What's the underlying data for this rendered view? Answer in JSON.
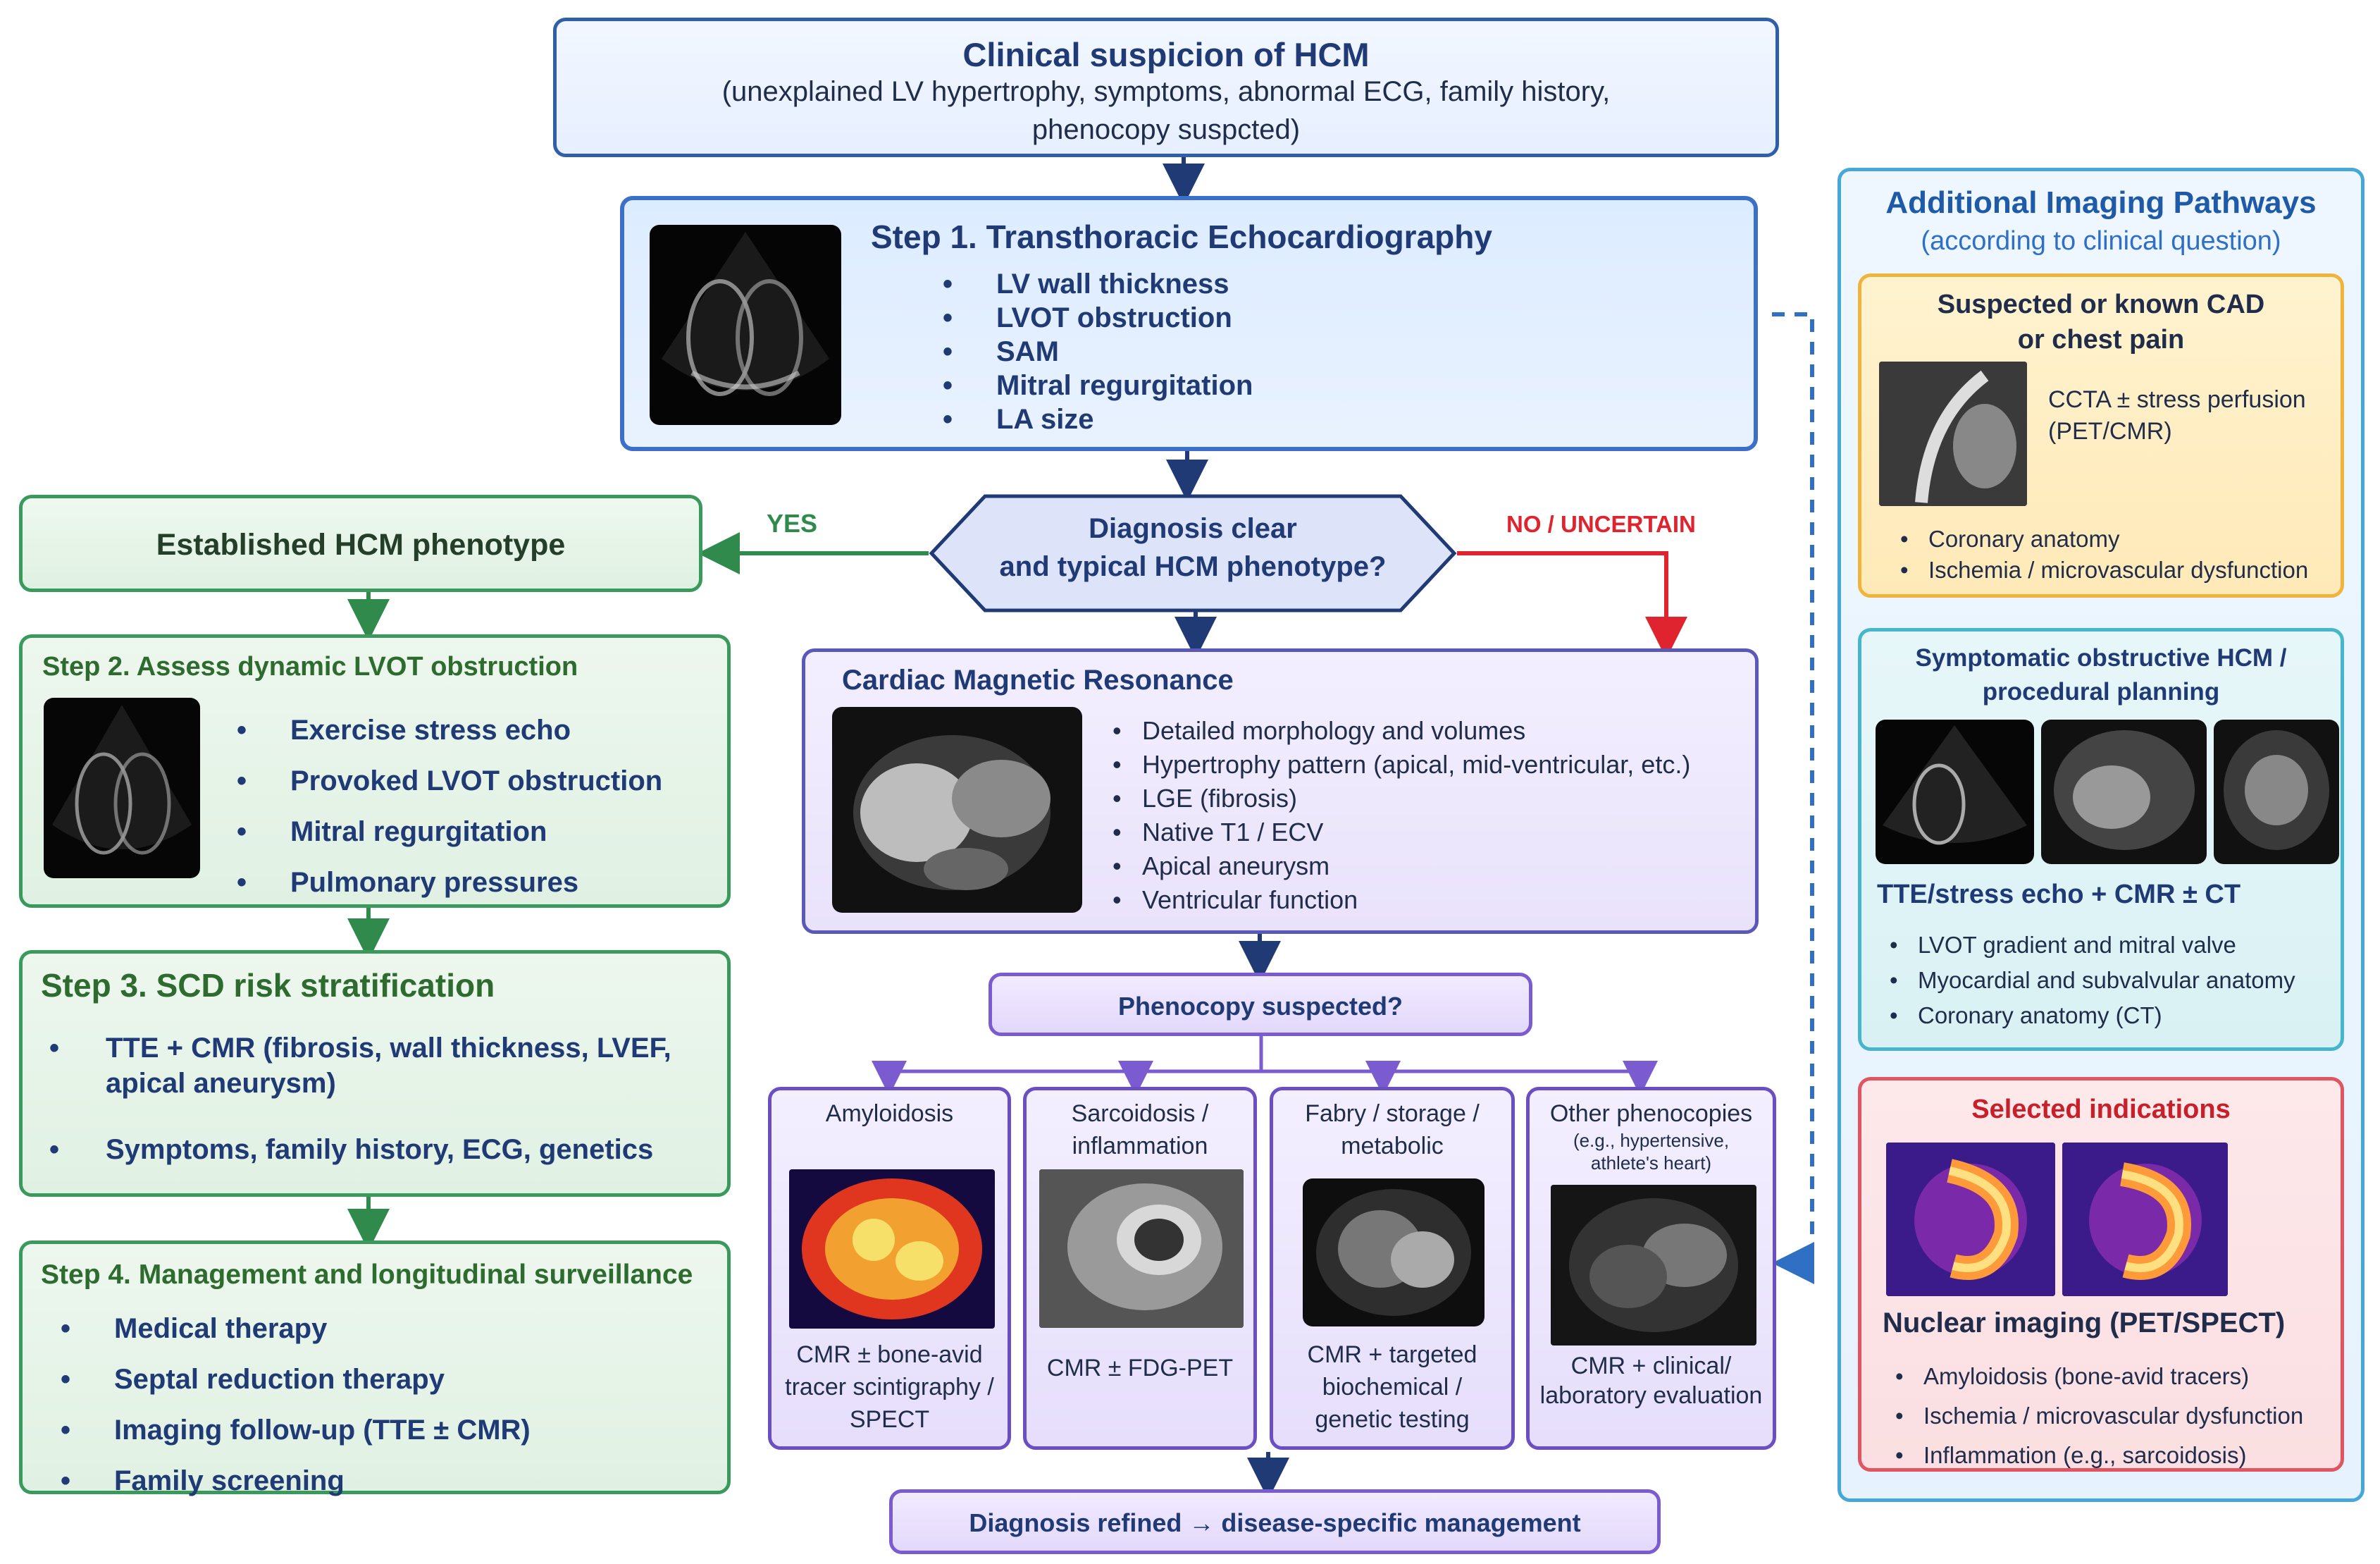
{
  "top": {
    "title": "Clinical suspicion of HCM",
    "line1": "(unexplained LV hypertrophy, symptoms, abnormal ECG, family history,",
    "line2": "phenocopy suspcted)"
  },
  "step1": {
    "title": "Step 1. Transthoracic Echocardiography",
    "items": [
      "LV wall thickness",
      "LVOT obstruction",
      "SAM",
      "Mitral regurgitation",
      "LA size"
    ]
  },
  "decision": {
    "line1": "Diagnosis clear",
    "line2": "and typical HCM phenotype?",
    "yes": "YES",
    "no": "NO / UNCERTAIN"
  },
  "established": {
    "title": "Established HCM phenotype"
  },
  "step2": {
    "title": "Step 2. Assess dynamic LVOT obstruction",
    "items": [
      "Exercise stress echo",
      "Provoked LVOT obstruction",
      "Mitral regurgitation",
      "Pulmonary pressures"
    ]
  },
  "step3": {
    "title": "Step 3. SCD risk stratification",
    "item1_line1": "TTE + CMR (fibrosis, wall thickness, LVEF,",
    "item1_line2": "apical aneurysm)",
    "item2": "Symptoms, family history, ECG, genetics"
  },
  "step4": {
    "title": "Step 4. Management and longitudinal surveillance",
    "items": [
      "Medical therapy",
      "Septal reduction therapy",
      "Imaging follow-up (TTE ± CMR)",
      "Family screening"
    ]
  },
  "cmr": {
    "title": "Cardiac Magnetic Resonance",
    "items": [
      "Detailed morphology and volumes",
      "Hypertrophy pattern (apical, mid-ventricular, etc.)",
      "LGE (fibrosis)",
      "Native T1 / ECV",
      "Apical aneurysm",
      "Ventricular function"
    ]
  },
  "phenocopy": {
    "title": "Phenocopy suspected?"
  },
  "pheno": [
    {
      "title1": "Amyloidosis",
      "title2": "",
      "sub": "",
      "desc": [
        "CMR ± bone-avid",
        "tracer scintigraphy /",
        "SPECT"
      ]
    },
    {
      "title1": "Sarcoidosis /",
      "title2": "inflammation",
      "sub": "",
      "desc": [
        "CMR ± FDG-PET"
      ]
    },
    {
      "title1": "Fabry / storage /",
      "title2": "metabolic",
      "sub": "",
      "desc": [
        "CMR + targeted",
        "biochemical /",
        "genetic testing"
      ]
    },
    {
      "title1": "Other phenocopies",
      "title2": "",
      "sub": [
        "(e.g., hypertensive,",
        "athlete's heart)"
      ],
      "desc": [
        "CMR + clinical/",
        "laboratory evaluation"
      ]
    }
  ],
  "refined": {
    "text": "Diagnosis refined → disease-specific management"
  },
  "additional": {
    "title": "Additional Imaging Pathways",
    "subtitle": "(according to clinical question)",
    "cad": {
      "title1": "Suspected or known CAD",
      "title2": "or chest pain",
      "desc1": "CCTA ± stress perfusion",
      "desc2": "(PET/CMR)",
      "items": [
        "Coronary anatomy",
        "Ischemia / microvascular dysfunction"
      ]
    },
    "obstructive": {
      "title1": "Symptomatic obstructive HCM /",
      "title2": "procedural planning",
      "subtitle": "TTE/stress echo + CMR ± CT",
      "items": [
        "LVOT gradient and mitral valve",
        "Myocardial and subvalvular anatomy",
        "Coronary anatomy (CT)"
      ]
    },
    "selected": {
      "title": "Selected indications",
      "subtitle": "Nuclear imaging (PET/SPECT)",
      "items": [
        "Amyloidosis (bone-avid tracers)",
        "Ischemia / microvascular dysfunction",
        "Inflammation (e.g., sarcoidosis)"
      ]
    }
  },
  "colors": {
    "navy": "#1f3a75",
    "blue_border": "#3b6fc9",
    "green_border": "#3a9a5c",
    "green_text": "#2e6b2f",
    "purple_border": "#7a5bd0",
    "red": "#e0242f",
    "cyan_border": "#46b6cc",
    "orange_border": "#f0b43c",
    "red_border": "#e05560"
  }
}
